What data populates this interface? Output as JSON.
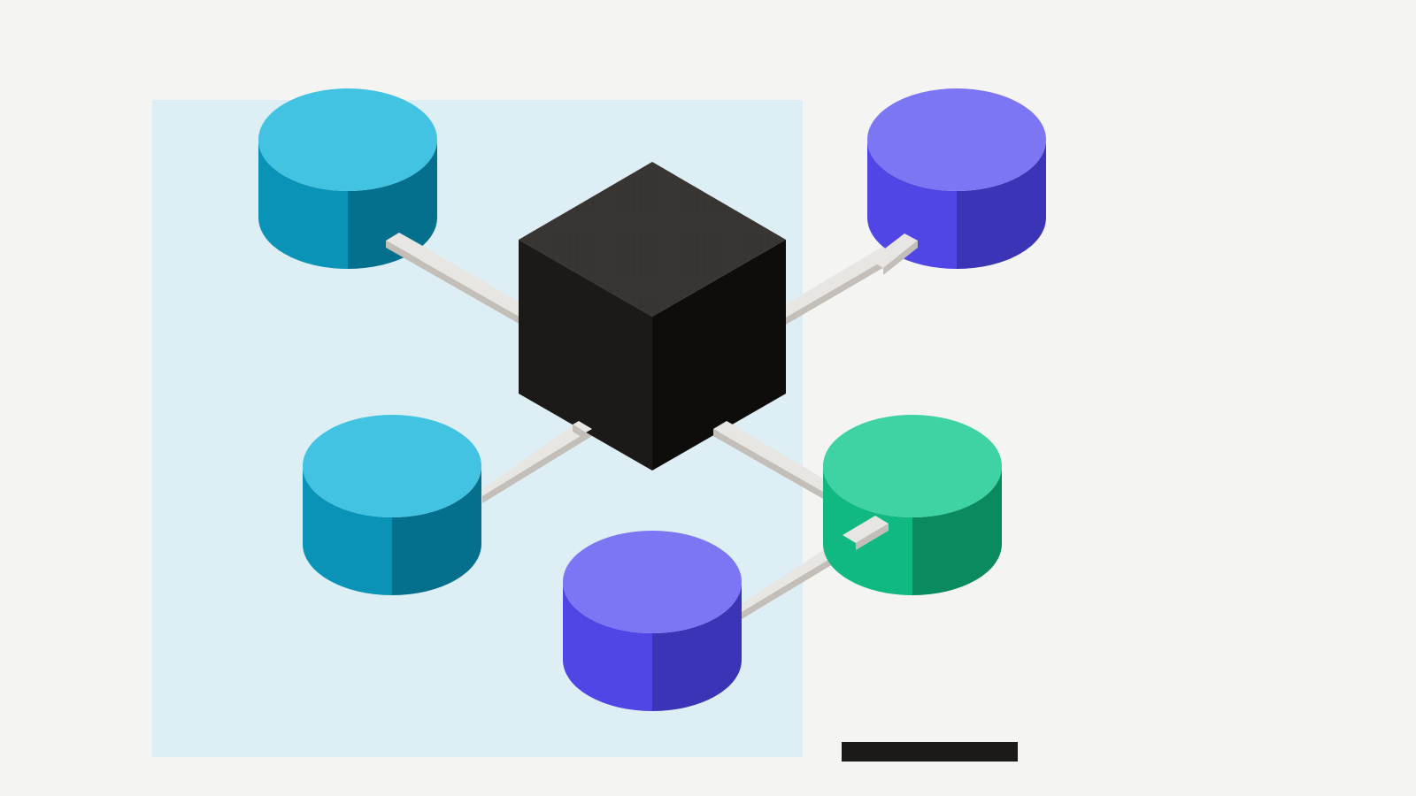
{
  "colors": {
    "background": "#f4f4f2",
    "region": "#ddeef5",
    "hub_top": "#393532",
    "hub_left": "#1b1a19",
    "hub_right": "#0e0d0c",
    "connector_top": "#e8e6e2",
    "connector_side": "#c3beb7",
    "footer_bar": "#1b1a19"
  },
  "hub": {
    "shape": "cube",
    "texture": "dotted"
  },
  "nodes": [
    {
      "id": "cyan-top-left",
      "shape": "cylinder",
      "top": "#42c3e2",
      "left": "#0893b7",
      "right": "#05708e"
    },
    {
      "id": "indigo-top-right",
      "shape": "cylinder",
      "top": "#7d76f4",
      "left": "#4f46e5",
      "right": "#3b34b6"
    },
    {
      "id": "cyan-mid-left",
      "shape": "cylinder",
      "top": "#42c3e2",
      "left": "#0893b7",
      "right": "#05708e"
    },
    {
      "id": "green-mid-right",
      "shape": "cylinder",
      "top": "#3fd2a4",
      "left": "#10b981",
      "right": "#0a8a5f"
    },
    {
      "id": "indigo-bottom",
      "shape": "cylinder",
      "top": "#7d76f4",
      "left": "#4f46e5",
      "right": "#3b34b6"
    }
  ],
  "connectors": [
    {
      "from": "hub",
      "to": "cyan-top-left"
    },
    {
      "from": "hub",
      "to": "indigo-top-right"
    },
    {
      "from": "hub",
      "to": "cyan-mid-left"
    },
    {
      "from": "hub",
      "to": "green-mid-right"
    },
    {
      "from": "green-mid-right",
      "to": "indigo-bottom"
    }
  ]
}
